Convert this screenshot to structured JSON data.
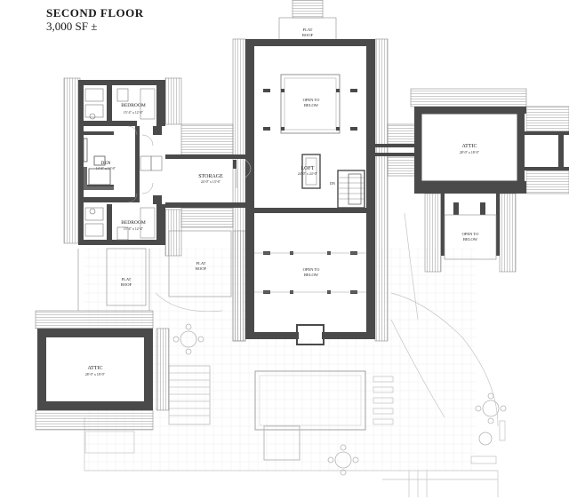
{
  "header": {
    "title": "SECOND FLOOR",
    "area": "3,000 SF ±"
  },
  "rooms": {
    "bedroom_top": {
      "name": "BEDROOM",
      "dims": "15'-4\" x 12'-4\""
    },
    "den": {
      "name": "DEN",
      "dims": "14'-6\" x 14'-6\""
    },
    "bedroom_bottom": {
      "name": "BEDROOM",
      "dims": "15'-4\" x 12'-4\""
    },
    "storage": {
      "name": "STORAGE",
      "dims": "24'-0\" x 13'-6\""
    },
    "loft": {
      "name": "LOFT",
      "dims": "24'-0\" x 24'-0\""
    },
    "open_top": {
      "line1": "OPEN TO",
      "line2": "BELOW"
    },
    "open_bottom": {
      "line1": "OPEN TO",
      "line2": "BELOW"
    },
    "attic_right": {
      "name": "ATTIC",
      "dims": "28'-0\" x 18'-0\""
    },
    "open_right": {
      "line1": "OPEN TO",
      "line2": "BELOW"
    },
    "attic_left": {
      "name": "ATTIC",
      "dims": "28'-0\" x 18'-0\""
    },
    "flat_roof_top": {
      "line1": "FLAT",
      "line2": "ROOF"
    },
    "flat_roof_mid": {
      "line1": "FLAT",
      "line2": "ROOF"
    },
    "flat_roof_left": {
      "line1": "FLAT",
      "line2": "ROOF"
    },
    "dn": "DN"
  },
  "colors": {
    "wall": "#4a4a4a",
    "roof_line": "#8a8a8a",
    "site_line": "#c4c4c4"
  }
}
